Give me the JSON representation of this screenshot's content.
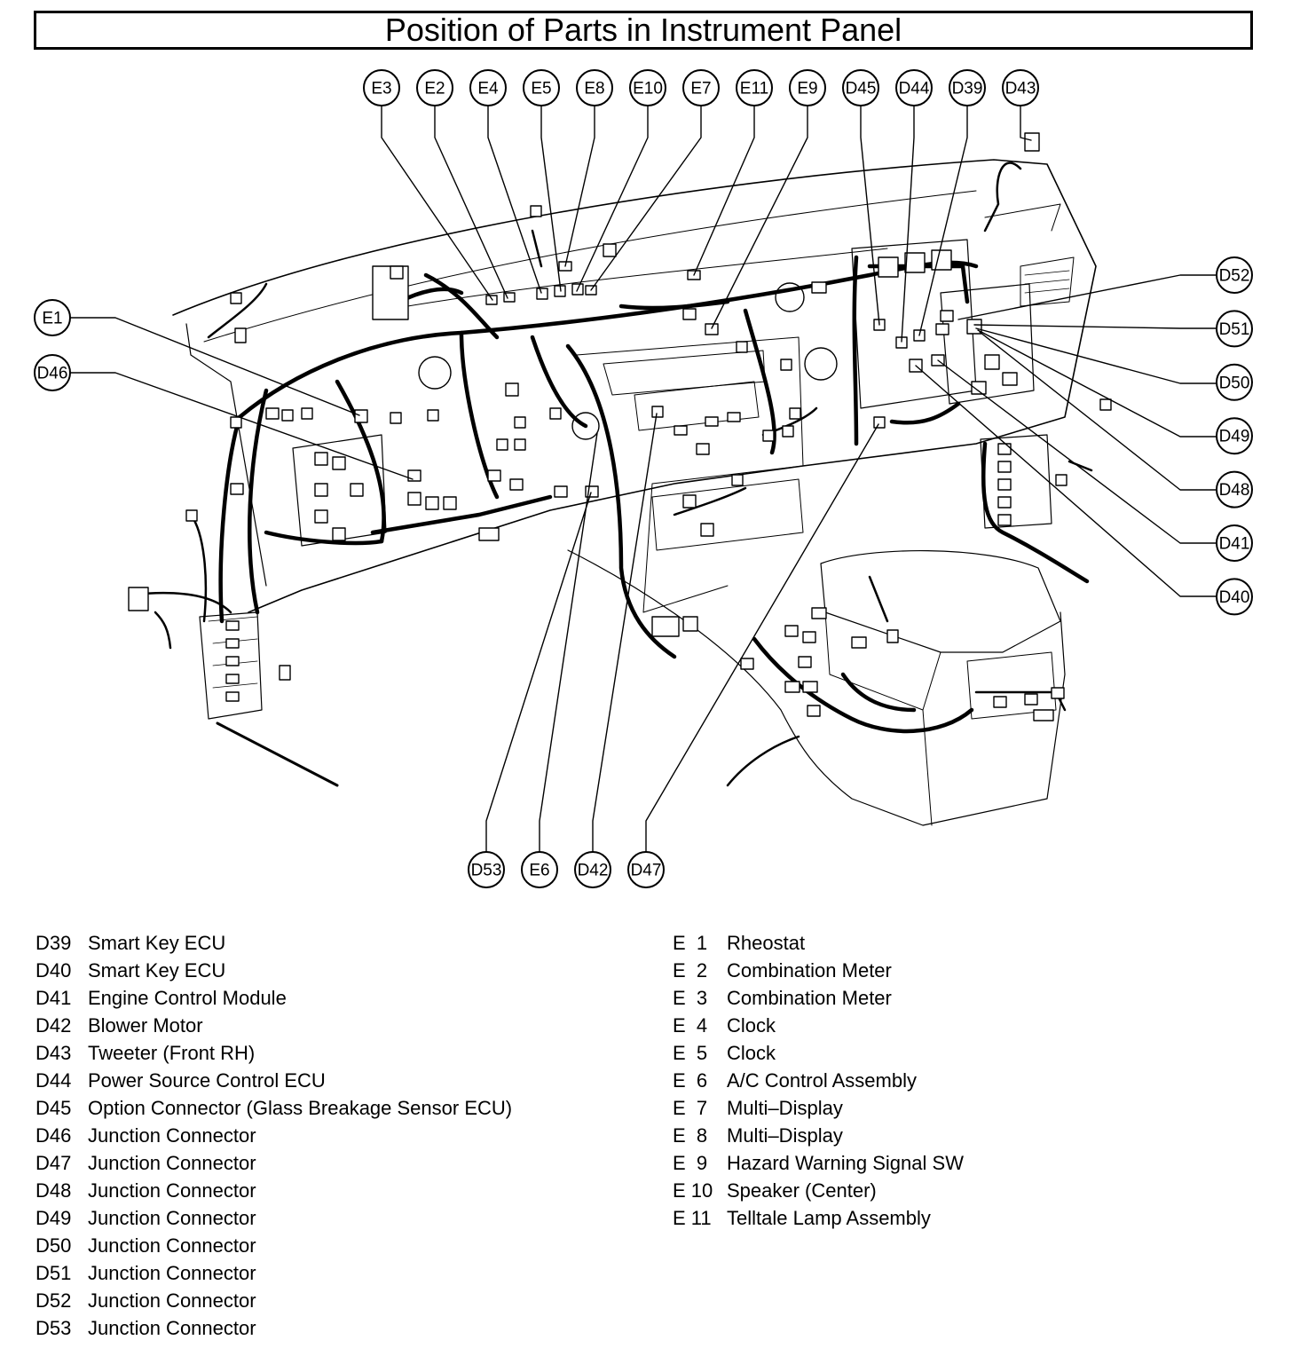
{
  "title": "Position of Parts in Instrument Panel",
  "callouts_top": [
    "E3",
    "E2",
    "E4",
    "E5",
    "E8",
    "E10",
    "E7",
    "E11",
    "E9",
    "D45",
    "D44",
    "D39",
    "D43"
  ],
  "callouts_left": [
    "E1",
    "D46"
  ],
  "callouts_right": [
    "D52",
    "D51",
    "D50",
    "D49",
    "D48",
    "D41",
    "D40"
  ],
  "callouts_bottom": [
    "D53",
    "E6",
    "D42",
    "D47"
  ],
  "legend_left": [
    {
      "code": "D39",
      "name": "Smart Key ECU"
    },
    {
      "code": "D40",
      "name": "Smart Key ECU"
    },
    {
      "code": "D41",
      "name": "Engine Control Module"
    },
    {
      "code": "D42",
      "name": "Blower Motor"
    },
    {
      "code": "D43",
      "name": "Tweeter (Front RH)"
    },
    {
      "code": "D44",
      "name": "Power Source Control ECU"
    },
    {
      "code": "D45",
      "name": "Option Connector (Glass Breakage Sensor ECU)"
    },
    {
      "code": "D46",
      "name": "Junction Connector"
    },
    {
      "code": "D47",
      "name": "Junction Connector"
    },
    {
      "code": "D48",
      "name": "Junction Connector"
    },
    {
      "code": "D49",
      "name": "Junction Connector"
    },
    {
      "code": "D50",
      "name": "Junction Connector"
    },
    {
      "code": "D51",
      "name": "Junction Connector"
    },
    {
      "code": "D52",
      "name": "Junction Connector"
    },
    {
      "code": "D53",
      "name": "Junction Connector"
    }
  ],
  "legend_right": [
    {
      "code": "E  1",
      "name": "Rheostat"
    },
    {
      "code": "E  2",
      "name": "Combination Meter"
    },
    {
      "code": "E  3",
      "name": "Combination Meter"
    },
    {
      "code": "E  4",
      "name": "Clock"
    },
    {
      "code": "E  5",
      "name": "Clock"
    },
    {
      "code": "E  6",
      "name": "A/C Control Assembly"
    },
    {
      "code": "E  7",
      "name": "Multi–Display"
    },
    {
      "code": "E  8",
      "name": "Multi–Display"
    },
    {
      "code": "E  9",
      "name": "Hazard Warning Signal SW"
    },
    {
      "code": "E 10",
      "name": "Speaker (Center)"
    },
    {
      "code": "E 11",
      "name": "Telltale Lamp Assembly"
    }
  ]
}
